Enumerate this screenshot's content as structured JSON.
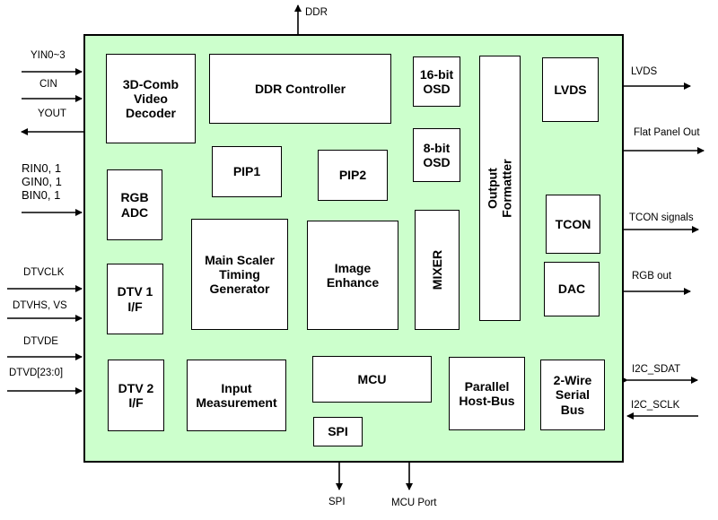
{
  "blocks": {
    "comb": "3D-Comb\nVideo\nDecoder",
    "ddr_controller": "DDR Controller",
    "osd16": "16-bit\nOSD",
    "osd8": "8-bit\nOSD",
    "output_formatter": "Output\nFormatter",
    "lvds": "LVDS",
    "pip1": "PIP1",
    "pip2": "PIP2",
    "rgb_adc": "RGB\nADC",
    "main_scaler": "Main Scaler\nTiming\nGenerator",
    "image_enhance": "Image\nEnhance",
    "mixer": "MIXER",
    "tcon": "TCON",
    "dac": "DAC",
    "dtv1": "DTV 1\nI/F",
    "dtv2": "DTV 2\nI/F",
    "input_measurement": "Input\nMeasurement",
    "mcu": "MCU",
    "spi_block": "SPI",
    "parallel_bus": "Parallel\nHost-Bus",
    "two_wire": "2-Wire\nSerial\nBus"
  },
  "signals": {
    "ddr": "DDR",
    "yin": "YIN0~3",
    "cin": "CIN",
    "yout": "YOUT",
    "rgbin": "RIN0, 1\nGIN0, 1\nBIN0, 1",
    "dtvclk": "DTVCLK",
    "dtvhs": "DTVHS, VS",
    "dtvde": "DTVDE",
    "dtvd": "DTVD[23:0]",
    "lvds_out": "LVDS",
    "flat_panel": "Flat Panel Out",
    "tcon_signals": "TCON signals",
    "rgb_out": "RGB out",
    "i2c_sdat": "I2C_SDAT",
    "i2c_sclk": "I2C_SCLK",
    "spi_out": "SPI",
    "mcu_port": "MCU Port"
  }
}
